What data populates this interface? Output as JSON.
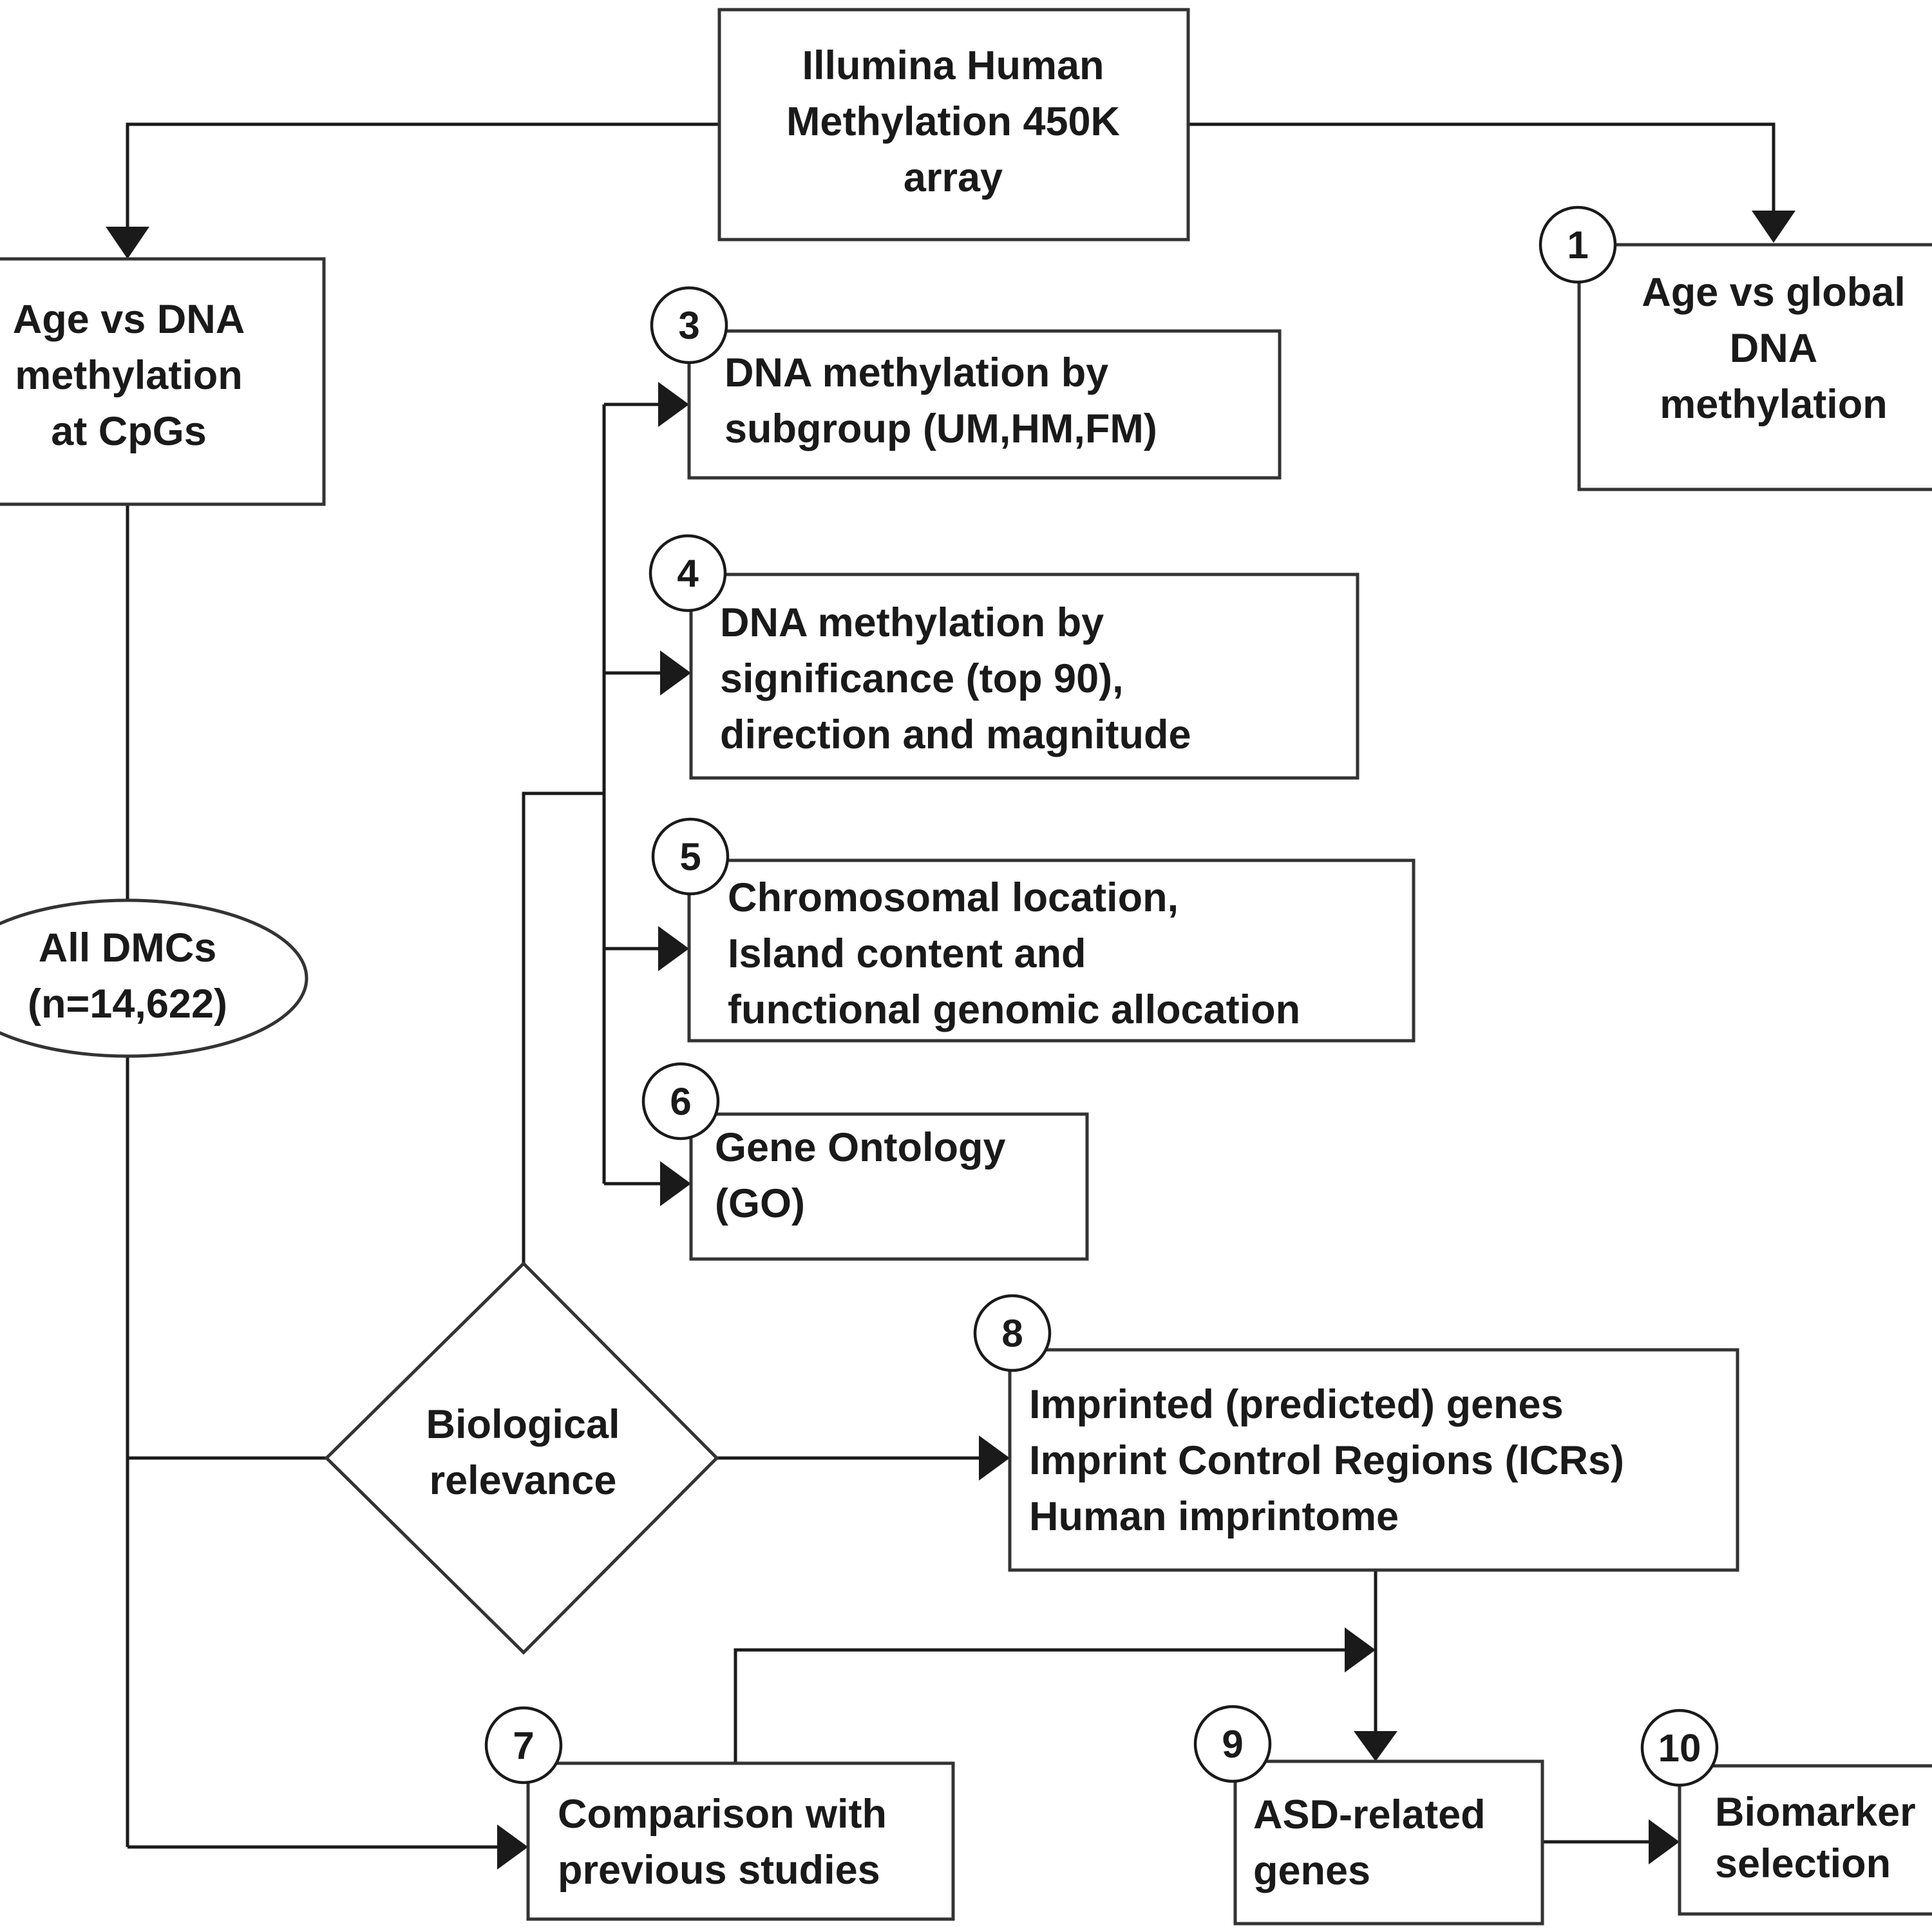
{
  "nodes": {
    "array": {
      "lines": [
        "Illumina Human",
        "Methylation 450K",
        "array"
      ]
    },
    "age_cpgs": {
      "lines": [
        "Age vs DNA",
        "methylation",
        "at CpGs"
      ]
    },
    "global": {
      "number": "1",
      "lines": [
        "Age vs global",
        "DNA",
        "methylation"
      ]
    },
    "subgroup": {
      "number": "3",
      "lines": [
        "DNA methylation by",
        "subgroup (UM,HM,FM)"
      ]
    },
    "significance": {
      "number": "4",
      "lines": [
        "DNA methylation by",
        "significance (top 90),",
        "direction and magnitude"
      ]
    },
    "chromosomal": {
      "number": "5",
      "lines": [
        "Chromosomal location,",
        "Island content and",
        "functional genomic allocation"
      ]
    },
    "go": {
      "number": "6",
      "lines": [
        "Gene Ontology",
        "(GO)"
      ]
    },
    "all_dmcs": {
      "lines": [
        "All DMCs",
        "(n=14,622)"
      ]
    },
    "biological": {
      "lines": [
        "Biological",
        "relevance"
      ]
    },
    "imprinted": {
      "number": "8",
      "lines": [
        "Imprinted (predicted) genes",
        "Imprint Control Regions (ICRs)",
        "Human imprintome"
      ]
    },
    "comparison": {
      "number": "7",
      "lines": [
        "Comparison with",
        "previous studies"
      ]
    },
    "asd": {
      "number": "9",
      "lines": [
        "ASD-related",
        "genes"
      ]
    },
    "biomarker": {
      "number": "10",
      "lines": [
        "Biomarker",
        "selection"
      ]
    }
  }
}
